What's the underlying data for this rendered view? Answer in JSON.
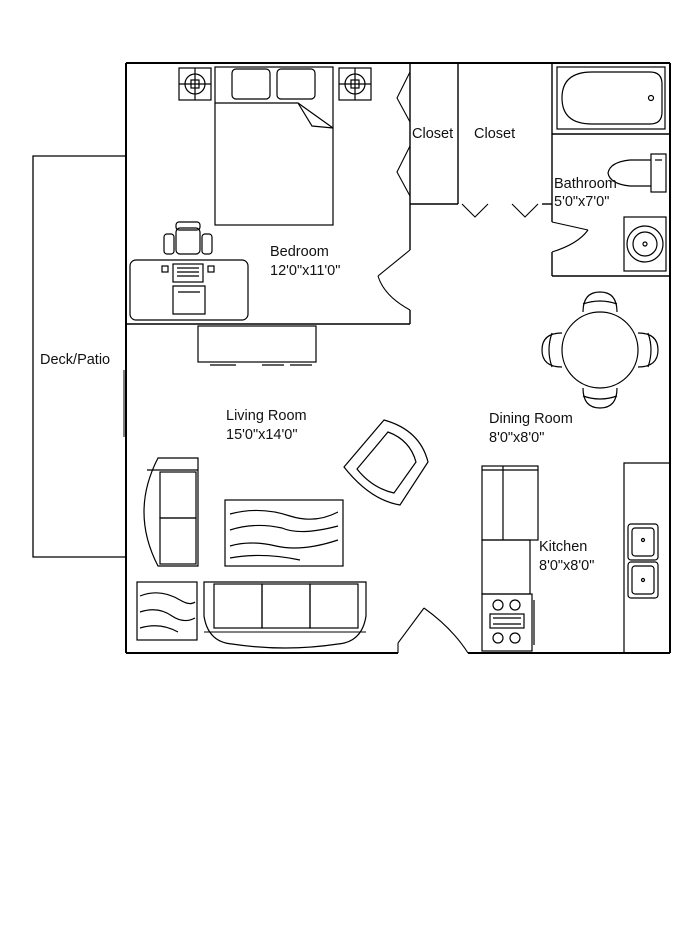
{
  "plan": {
    "rooms": [
      {
        "name": "Bedroom",
        "size": "12'0\"x11'0\""
      },
      {
        "name": "Closet",
        "size": ""
      },
      {
        "name": "Closet",
        "size": ""
      },
      {
        "name": "Bathroom",
        "size": "5'0\"x7'0\""
      },
      {
        "name": "Deck/Patio",
        "size": ""
      },
      {
        "name": "Living Room",
        "size": "15'0\"x14'0\""
      },
      {
        "name": "Dining Room",
        "size": "8'0\"x8'0\""
      },
      {
        "name": "Kitchen",
        "size": "8'0\"x8'0\""
      }
    ],
    "colors": {
      "line": "#000000",
      "background": "#ffffff"
    }
  }
}
